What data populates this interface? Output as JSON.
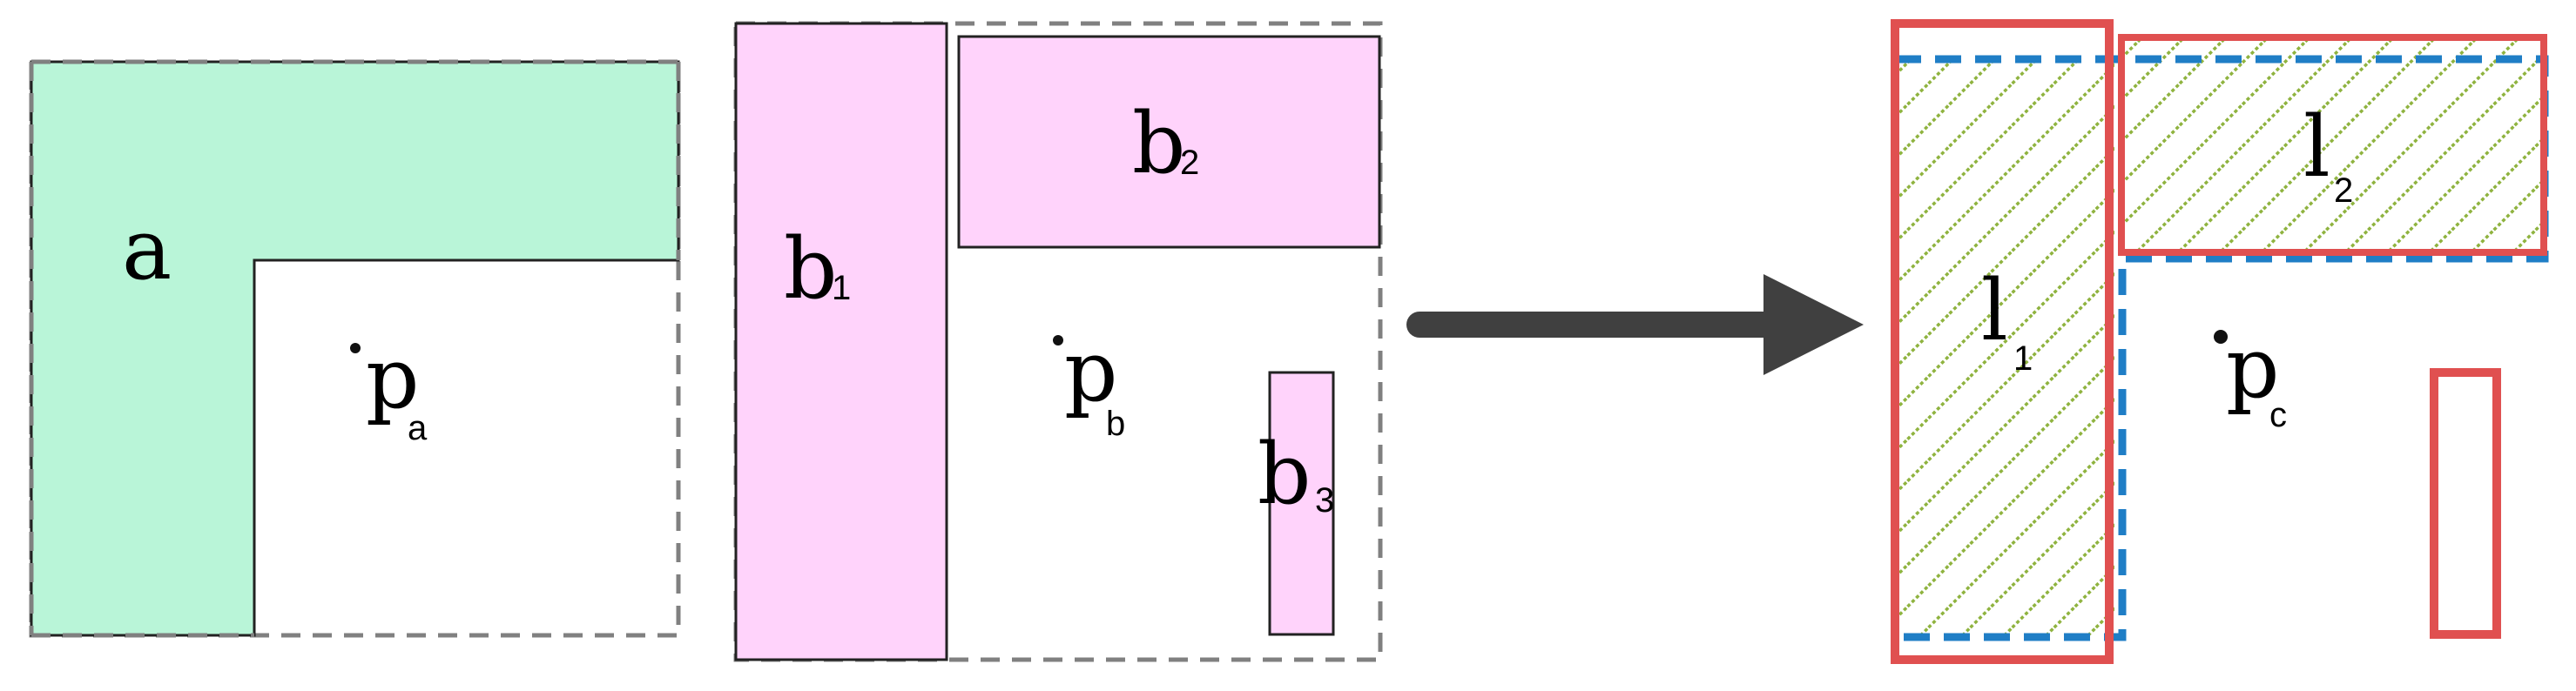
{
  "labels": {
    "a": "a",
    "pa_base": "p",
    "pa_sub": "a",
    "b1_base": "b",
    "b1_sub": "1",
    "b2_base": "b",
    "b2_sub": "2",
    "b3_base": "b",
    "b3_sub": "3",
    "pb_base": "p",
    "pb_sub": "b",
    "l1_base": "l",
    "l1_sub": "1",
    "l2_base": "l",
    "l2_sub": "2",
    "pc_base": "p",
    "pc_sub": "c"
  },
  "colors": {
    "green_fill": "#b9f5d8",
    "pink_fill": "#ffd3fb",
    "dash_gray": "#808080",
    "arrow": "#404040",
    "red_outline": "#e05050",
    "blue_dash": "#1f7ec6",
    "hatch": "#7fae3a"
  }
}
